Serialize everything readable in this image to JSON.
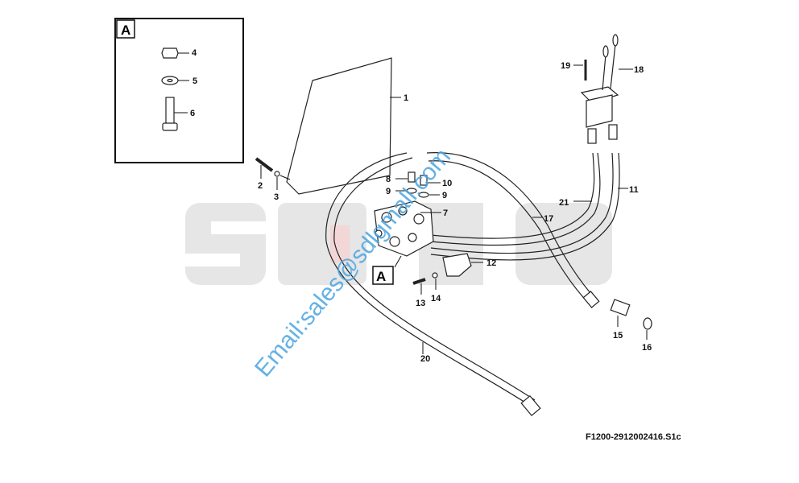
{
  "diagram": {
    "figure_code": "F1200-2912002416.S1c",
    "watermark_email": "Email:sales@sdlgmall.com",
    "watermark_logo": "SDLG",
    "detail_label": "A",
    "detail_ref_label": "A",
    "callouts": [
      "1",
      "2",
      "3",
      "4",
      "5",
      "6",
      "7",
      "8",
      "9",
      "10",
      "9",
      "11",
      "12",
      "13",
      "14",
      "15",
      "16",
      "17",
      "18",
      "19",
      "20",
      "21"
    ],
    "colors": {
      "watermark_text": "#4aa3df",
      "logo_gray": "#e6e6e6",
      "logo_red": "#f3d6d6"
    }
  }
}
